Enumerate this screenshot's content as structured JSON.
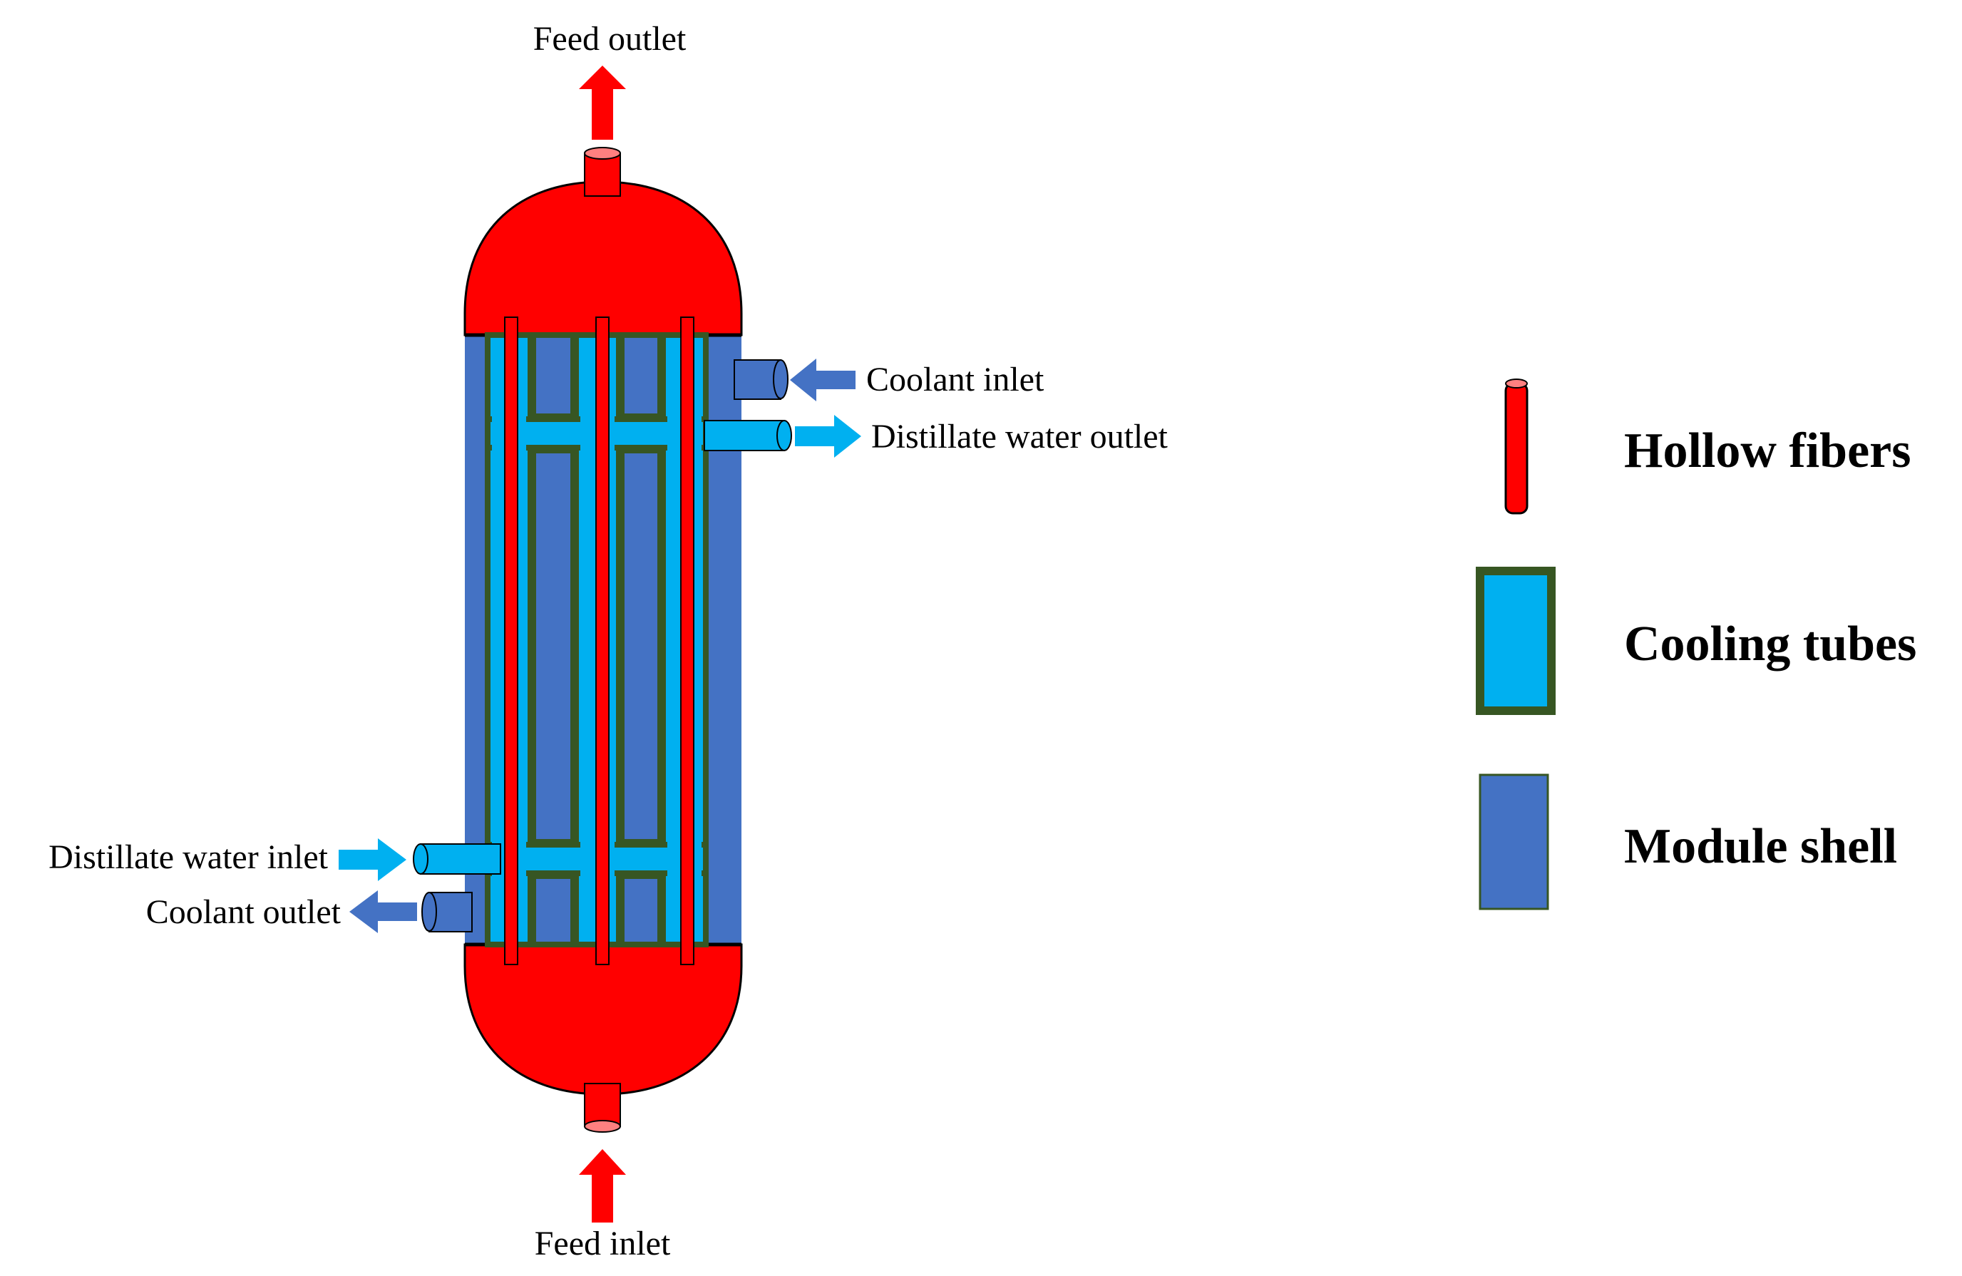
{
  "labels": {
    "feed_outlet": "Feed outlet",
    "feed_inlet": "Feed inlet",
    "coolant_inlet": "Coolant inlet",
    "coolant_outlet": "Coolant outlet",
    "distillate_outlet": "Distillate water outlet",
    "distillate_inlet": "Distillate water inlet"
  },
  "legend": {
    "hollow_fibers": "Hollow fibers",
    "cooling_tubes": "Cooling tubes",
    "module_shell": "Module shell"
  },
  "colors": {
    "feed": "#ff0000",
    "shell": "#4472c4",
    "cooling": "#00b0f0",
    "cooling_border": "#375623",
    "outline": "#000000",
    "background": "#ffffff"
  }
}
